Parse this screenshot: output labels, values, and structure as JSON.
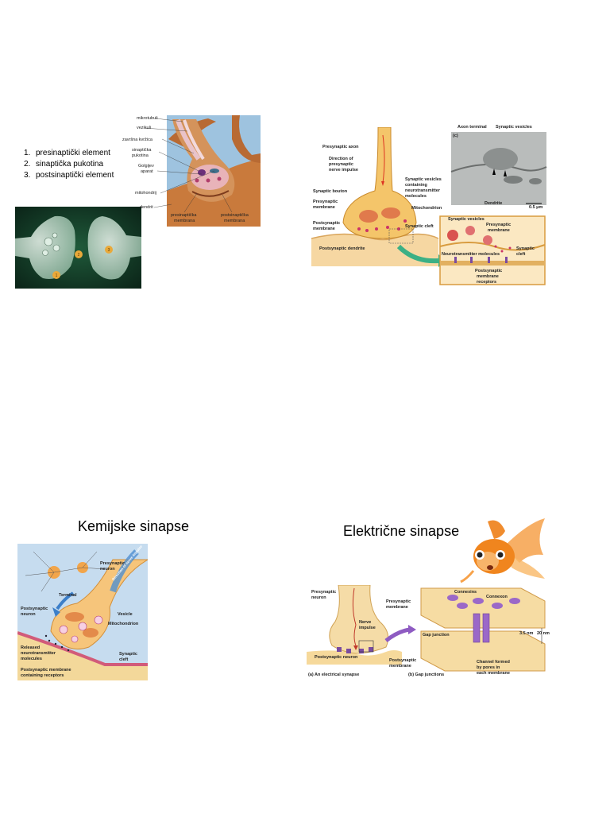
{
  "top_left": {
    "list": [
      {
        "num": "1.",
        "text": "presinaptički element"
      },
      {
        "num": "2.",
        "text": "sinaptička pukotina"
      },
      {
        "num": "3.",
        "text": "postsinaptički element"
      }
    ],
    "micro_labels": {
      "mikrotubuli": "mikrotubuli",
      "vezikuli": "vezikuli",
      "zavrsna": "završna kvržica",
      "pukotina1": "sinaptička",
      "pukotina2": "pukotina",
      "golgi1": "Golgijev",
      "golgi2": "aparat",
      "mito": "mitohondrij",
      "dendrit": "dendrit",
      "pre1": "presinaptička",
      "pre2": "membrana",
      "post1": "postsinaptička",
      "post2": "membrana"
    },
    "photo_numbers": [
      "1",
      "2",
      "3"
    ]
  },
  "top_right": {
    "labels": {
      "presynaptic_axon": "Presynaptic axon",
      "direction1": "Direction of",
      "direction2": "presynaptic",
      "direction3": "nerve impulse",
      "bouton": "Synaptic bouton",
      "pre_membrane1": "Presynaptic",
      "pre_membrane2": "membrane",
      "post_membrane1": "Postsynaptic",
      "post_membrane2": "membrane",
      "post_dendrite": "Postsynaptic dendrite",
      "vesicles_containing1": "Synaptic vesicles",
      "vesicles_containing2": "containing",
      "vesicles_containing3": "neurotransmitter",
      "vesicles_containing4": "molecules",
      "mitochondrion": "Mitochondrion",
      "synaptic_cleft": "Synaptic cleft",
      "axon_terminal": "Axon terminal",
      "synaptic_vesicles_top": "Synaptic vesicles",
      "panel_c": "(c)",
      "dendrite": "Dendrite",
      "scale": "0.5 μm",
      "inset_vesicles": "Synaptic vesicles",
      "inset_pre1": "Presynaptic",
      "inset_pre2": "membrane",
      "inset_cleft1": "Synaptic",
      "inset_cleft2": "cleft",
      "neurotransmitter": "Neurotransmitter molecules",
      "receptors1": "Postsynaptic",
      "receptors2": "membrane",
      "receptors3": "receptors"
    }
  },
  "bottom_left": {
    "title": "Kemijske sinapse",
    "labels": {
      "presynaptic1": "Presynaptic",
      "presynaptic2": "neuron",
      "terminal": "Terminal",
      "postsynaptic1": "Postsynaptic",
      "postsynaptic2": "neuron",
      "vesicle": "Vesicle",
      "mitochondrion": "Mitochondrion",
      "released1": "Released",
      "released2": "neurotransmitter",
      "released3": "molecules",
      "cleft1": "Synaptic",
      "cleft2": "cleft",
      "post_membrane1": "Postsynaptic membrane",
      "post_membrane2": "containing receptors",
      "impulse": "Direction of nerve impulse"
    }
  },
  "bottom_right": {
    "title": "Električne sinapse",
    "labels": {
      "pre_neuron1": "Presynaptic",
      "pre_neuron2": "neuron",
      "nerve1": "Nerve",
      "nerve2": "impulse",
      "post_neuron": "Postsynaptic neuron",
      "caption_a": "(a) An electrical synapse",
      "pre_membrane1": "Presynaptic",
      "pre_membrane2": "membrane",
      "connexins": "Connexins",
      "connexon": "Connexon",
      "gap_junction": "Gap junction",
      "size1": "3.5 nm",
      "size2": "20 nm",
      "post_membrane1": "Postsynaptic",
      "post_membrane2": "membrane",
      "channel1": "Channel formed",
      "channel2": "by pores in",
      "channel3": "each membrane",
      "caption_b": "(b) Gap junctions"
    }
  }
}
